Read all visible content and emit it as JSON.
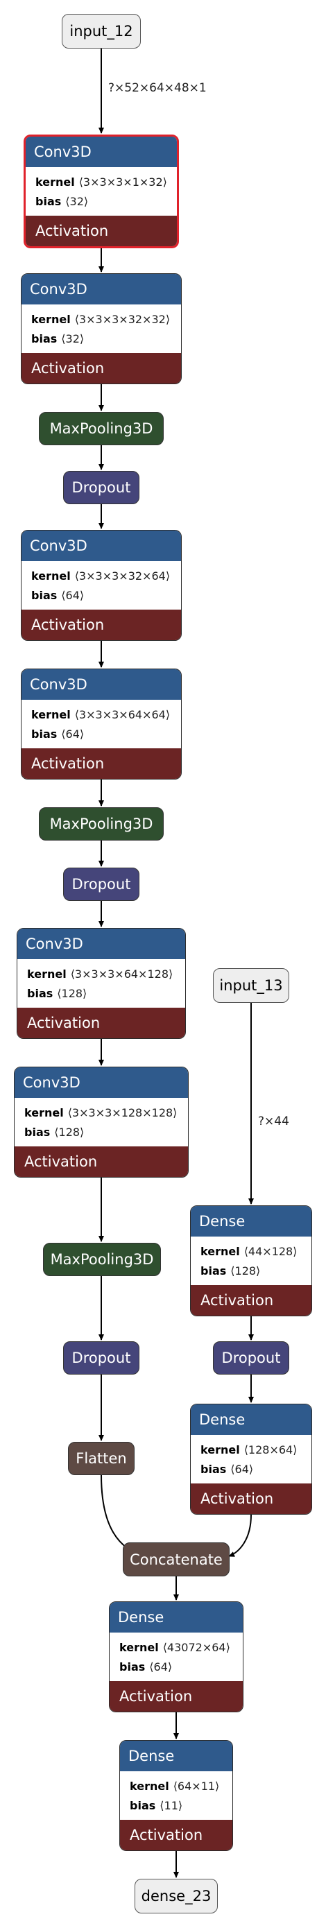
{
  "inputs": {
    "input_12": "input_12",
    "input_13": "input_13",
    "output": "dense_23"
  },
  "edge_labels": {
    "input_12_shape": "?×52×64×48×1",
    "input_13_shape": "?×44"
  },
  "labels": {
    "kernel": "kernel",
    "bias": "bias",
    "activation": "Activation"
  },
  "layers": {
    "conv1": {
      "title": "Conv3D",
      "kernel": "⟨3×3×3×1×32⟩",
      "bias": "⟨32⟩"
    },
    "conv2": {
      "title": "Conv3D",
      "kernel": "⟨3×3×3×32×32⟩",
      "bias": "⟨32⟩"
    },
    "pool1": {
      "title": "MaxPooling3D"
    },
    "drop1": {
      "title": "Dropout"
    },
    "conv3": {
      "title": "Conv3D",
      "kernel": "⟨3×3×3×32×64⟩",
      "bias": "⟨64⟩"
    },
    "conv4": {
      "title": "Conv3D",
      "kernel": "⟨3×3×3×64×64⟩",
      "bias": "⟨64⟩"
    },
    "pool2": {
      "title": "MaxPooling3D"
    },
    "drop2": {
      "title": "Dropout"
    },
    "conv5": {
      "title": "Conv3D",
      "kernel": "⟨3×3×3×64×128⟩",
      "bias": "⟨128⟩"
    },
    "conv6": {
      "title": "Conv3D",
      "kernel": "⟨3×3×3×128×128⟩",
      "bias": "⟨128⟩"
    },
    "pool3": {
      "title": "MaxPooling3D"
    },
    "drop3": {
      "title": "Dropout"
    },
    "flatten": {
      "title": "Flatten"
    },
    "dense_r1": {
      "title": "Dense",
      "kernel": "⟨44×128⟩",
      "bias": "⟨128⟩"
    },
    "drop_r": {
      "title": "Dropout"
    },
    "dense_r2": {
      "title": "Dense",
      "kernel": "⟨128×64⟩",
      "bias": "⟨64⟩"
    },
    "concat": {
      "title": "Concatenate"
    },
    "dense_a": {
      "title": "Dense",
      "kernel": "⟨43072×64⟩",
      "bias": "⟨64⟩"
    },
    "dense_b": {
      "title": "Dense",
      "kernel": "⟨64×11⟩",
      "bias": "⟨11⟩"
    }
  }
}
